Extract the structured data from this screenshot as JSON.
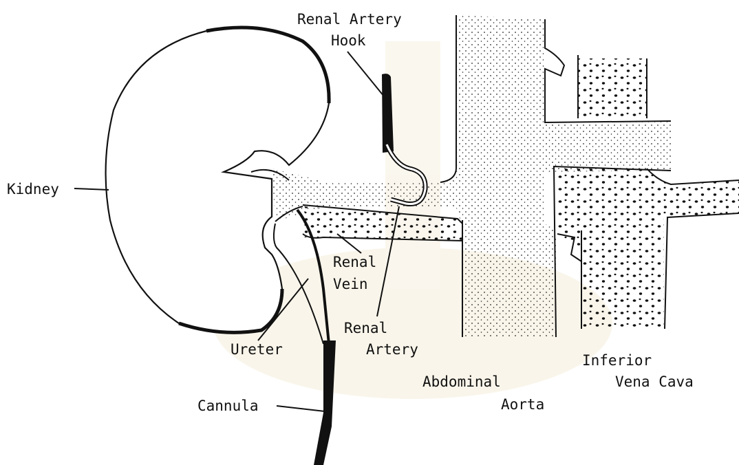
{
  "labels": {
    "renal_artery_hook_1": "Renal Artery",
    "renal_artery_hook_2": "Hook",
    "kidney": "Kidney",
    "renal_vein_1": "Renal",
    "renal_vein_2": "Vein",
    "renal_artery_1": "Renal",
    "renal_artery_2": "Artery",
    "ureter": "Ureter",
    "cannula": "Cannula",
    "abdominal_aorta_1": "Abdominal",
    "abdominal_aorta_2": "Aorta",
    "inferior_vena_cava_1": "Inferior",
    "inferior_vena_cava_2": "Vena Cava"
  },
  "colors": {
    "ink": "#111111",
    "paper": "#ffffff",
    "watermark": "#f3ead0"
  }
}
